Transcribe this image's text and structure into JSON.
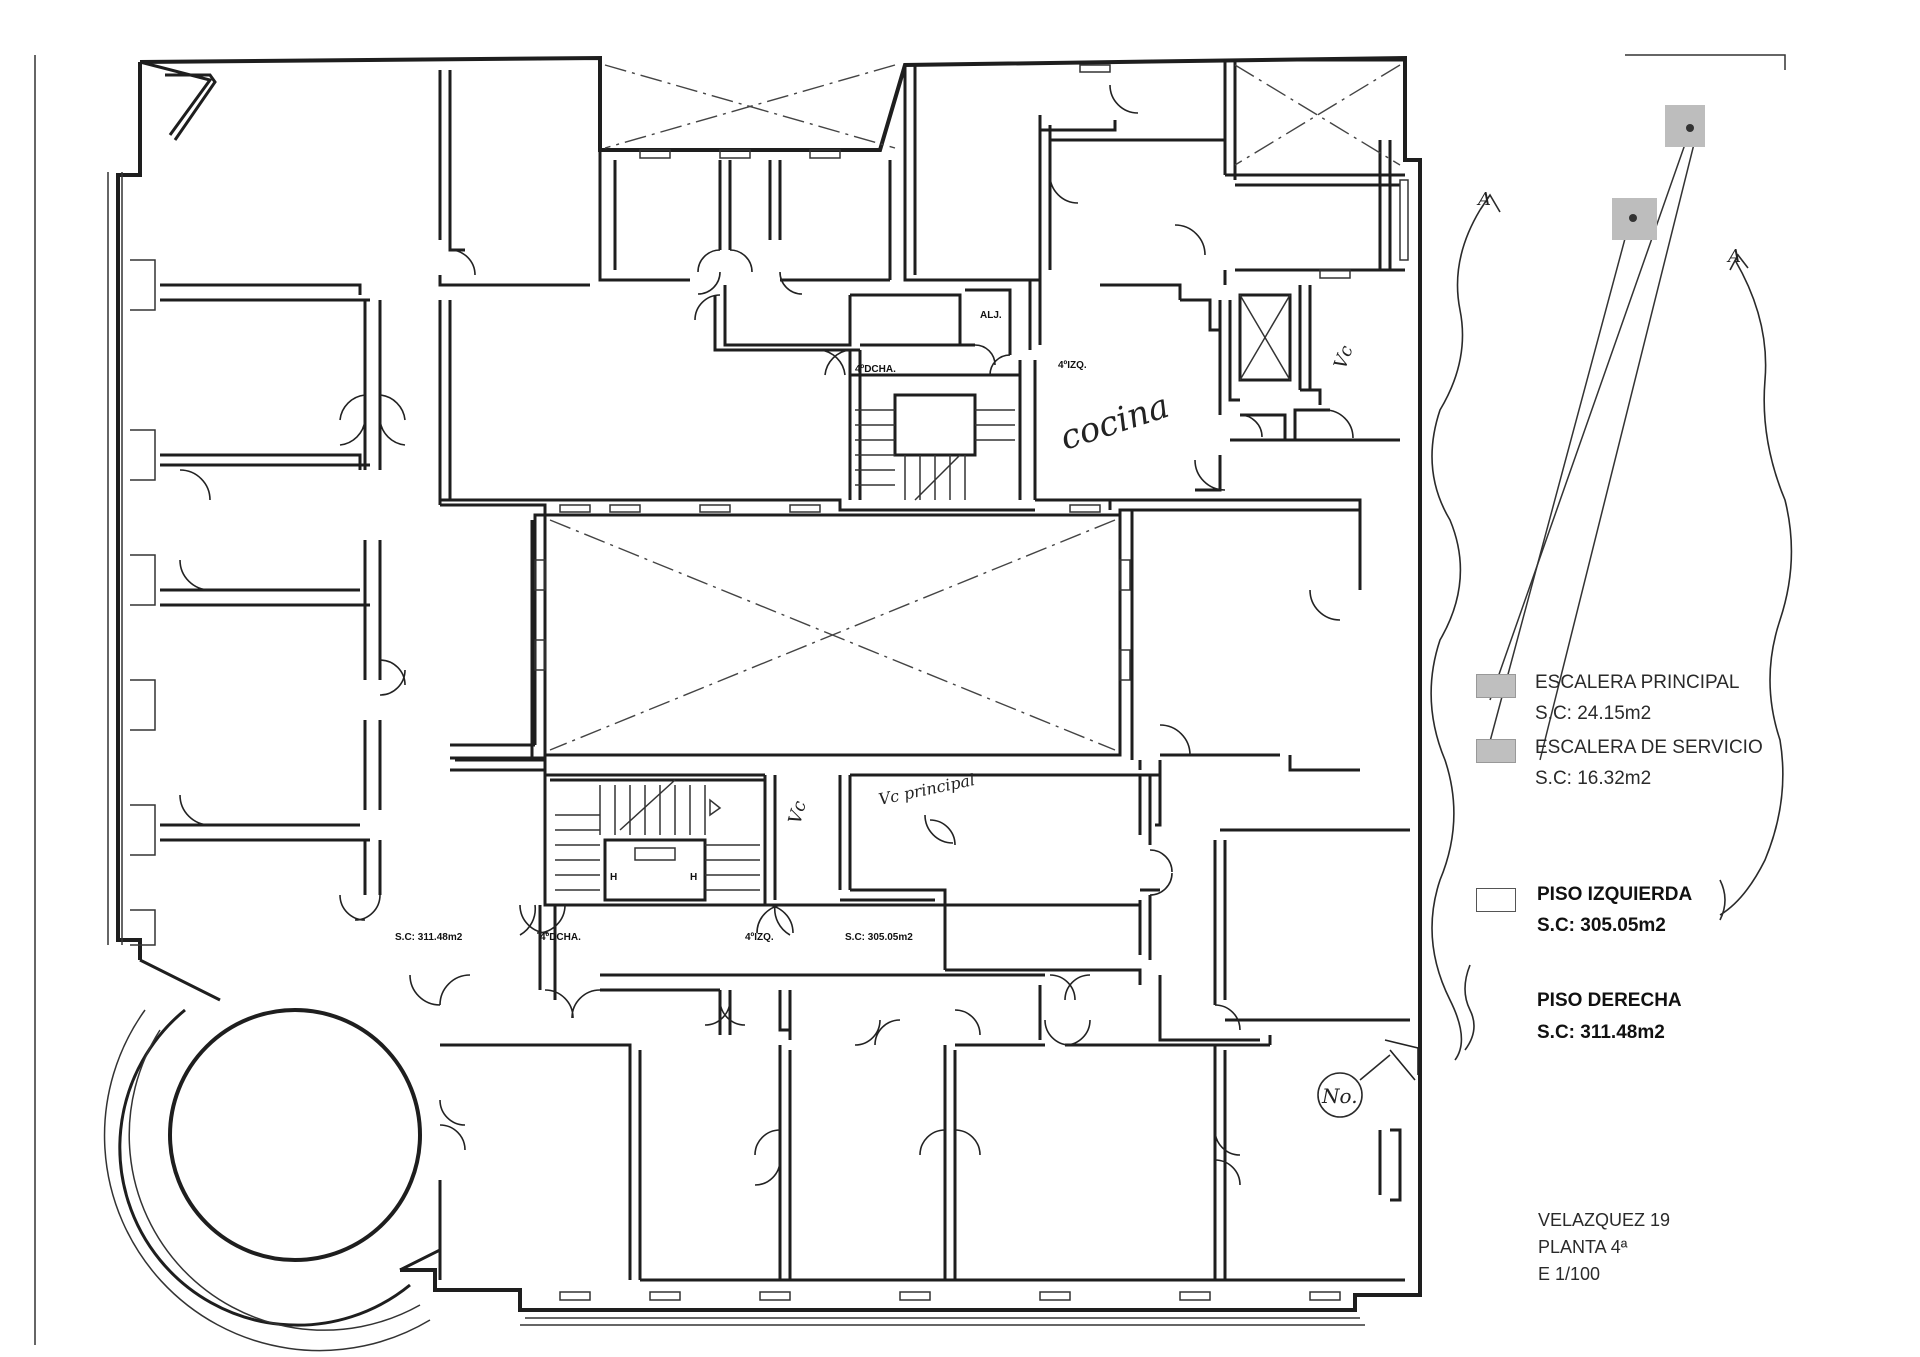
{
  "plan": {
    "room_labels": {
      "upper_left_flat": "4ºDCHA.",
      "upper_right_flat": "4ºIZQ.",
      "lower_left_flat": "4ºDCHA.",
      "lower_right_flat": "4ºIZQ.",
      "storage": "ALJ.",
      "area_left": "S.C: 311.48m2",
      "area_right": "S.C: 305.05m2",
      "lift_left": "H",
      "lift_right": "H"
    },
    "handwritten": {
      "kitchen": "cocina",
      "note_circle": "No.",
      "vc_main": "Vc principal",
      "vc_service": "Vc",
      "vc_right": "Vc",
      "arrow_a1": "A",
      "arrow_a2": "A"
    }
  },
  "legend": {
    "items": [
      {
        "label": "ESCALERA PRINCIPAL",
        "area": "S.C: 24.15m2",
        "swatch": "#bfbfbf"
      },
      {
        "label": "ESCALERA DE SERVICIO",
        "area": "S.C: 16.32m2",
        "swatch": "#bfbfbf"
      }
    ],
    "flats": [
      {
        "label": "PISO IZQUIERDA",
        "area": "S.C: 305.05m2"
      },
      {
        "label": "PISO DERECHA",
        "area": "S.C: 311.48m2"
      }
    ]
  },
  "title_block": {
    "address": "VELAZQUEZ 19",
    "floor": "PLANTA 4ª",
    "scale": "E  1/100"
  },
  "colors": {
    "wall": "#1e1e1e",
    "hatch": "#bfbfbf",
    "background": "#ffffff"
  }
}
